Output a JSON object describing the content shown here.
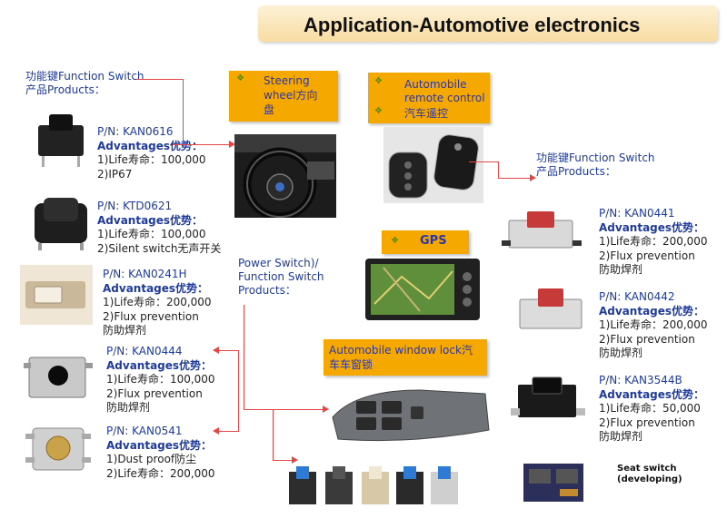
{
  "title": "Application-Automotive electronics",
  "left_heading": [
    "功能键Function Switch",
    "产品Products："
  ],
  "right_heading": [
    "功能键Function Switch",
    "产品Products："
  ],
  "power_heading": [
    "Power Switch)/",
    "Function Switch",
    "Products："
  ],
  "boxes": {
    "steering": [
      "Steering",
      "wheel方向",
      "盘"
    ],
    "remote": [
      "Automobile",
      "remote control",
      "汽车遥控"
    ],
    "gps": "GPS",
    "window": [
      "Automobile window lock汽",
      "车车窗锁"
    ]
  },
  "products_left": [
    {
      "pn": "P/N: KAN0616",
      "adv": "Advantages优势：",
      "lines": [
        "1)Life寿命：100,000",
        "2)IP67"
      ]
    },
    {
      "pn": "P/N: KTD0621",
      "adv": "Advantages优势：",
      "lines": [
        "1)Life寿命：100,000",
        "2)Silent switch无声开关"
      ]
    },
    {
      "pn": "P/N: KAN0241H",
      "adv": "Advantages优势：",
      "lines": [
        "1)Life寿命：200,000",
        "2)Flux prevention",
        "防助焊剂"
      ]
    },
    {
      "pn": "P/N: KAN0444",
      "adv": "Advantages优势：",
      "lines": [
        "1)Life寿命：100,000",
        "2)Flux prevention",
        "防助焊剂"
      ]
    },
    {
      "pn": "P/N: KAN0541",
      "adv": "Advantages优势：",
      "lines": [
        "1)Dust proof防尘",
        "2)Life寿命：200,000"
      ]
    }
  ],
  "products_right": [
    {
      "pn": "P/N: KAN0441",
      "adv": "Advantages优势：",
      "lines": [
        "1)Life寿命：200,000",
        "2)Flux prevention",
        "防助焊剂"
      ]
    },
    {
      "pn": "P/N: KAN0442",
      "adv": "Advantages优势：",
      "lines": [
        "1)Life寿命：200,000",
        "2)Flux prevention",
        "防助焊剂"
      ]
    },
    {
      "pn": "P/N: KAN3544B",
      "adv": "Advantages优势：",
      "lines": [
        "1)Life寿命：50,000",
        "2)Flux prevention",
        "防助焊剂"
      ]
    }
  ],
  "seat_switch": [
    "Seat switch",
    "(developing)"
  ],
  "colors": {
    "accent_box": "#f5a800",
    "label_blue": "#1f3a9c",
    "arrow_red": "#e84646"
  }
}
